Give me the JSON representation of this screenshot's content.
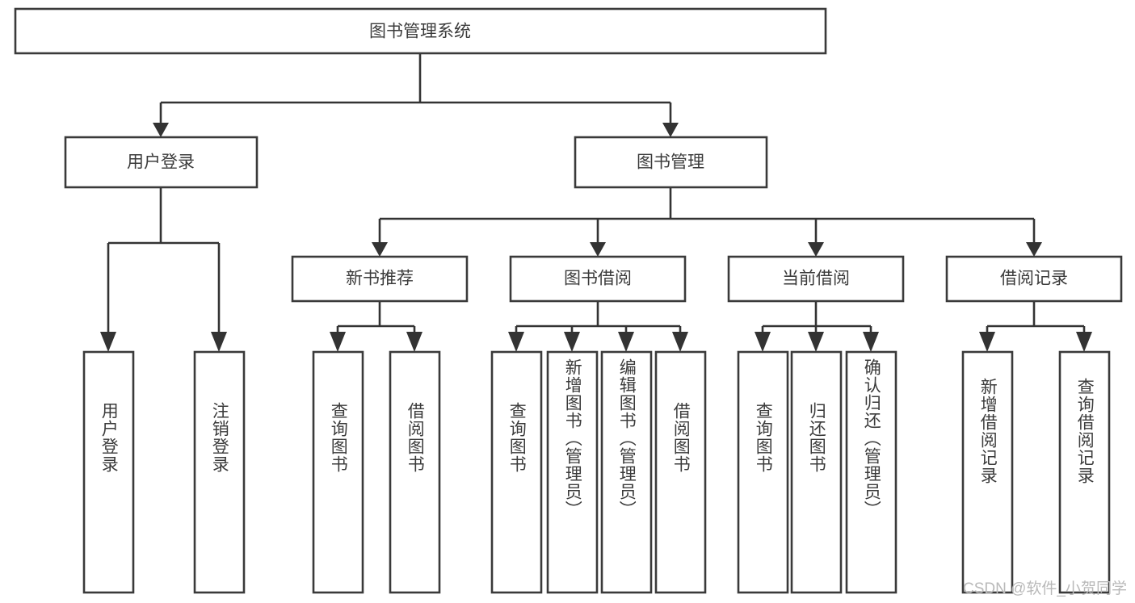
{
  "diagram": {
    "type": "tree-hierarchy",
    "title": "图书管理系统",
    "root": {
      "id": "root",
      "label": "图书管理系统",
      "level": 0
    },
    "level1": [
      {
        "id": "user-login",
        "label": "用户登录"
      },
      {
        "id": "book-manage",
        "label": "图书管理"
      }
    ],
    "level2": [
      {
        "id": "new-book-recommend",
        "label": "新书推荐",
        "parent": "book-manage"
      },
      {
        "id": "book-borrow",
        "label": "图书借阅",
        "parent": "book-manage"
      },
      {
        "id": "current-borrow",
        "label": "当前借阅",
        "parent": "book-manage"
      },
      {
        "id": "borrow-record",
        "label": "借阅记录",
        "parent": "book-manage"
      }
    ],
    "leaves": [
      {
        "id": "leaf-user-login",
        "label": "用户登录",
        "parent": "user-login"
      },
      {
        "id": "leaf-logout-login",
        "label": "注销登录",
        "parent": "user-login"
      },
      {
        "id": "leaf-query-book-1",
        "label": "查询图书",
        "parent": "new-book-recommend"
      },
      {
        "id": "leaf-borrow-book-1",
        "label": "借阅图书",
        "parent": "new-book-recommend"
      },
      {
        "id": "leaf-query-book-2",
        "label": "查询图书",
        "parent": "book-borrow"
      },
      {
        "id": "leaf-add-book",
        "label": "新增图书（管理员）",
        "parent": "book-borrow"
      },
      {
        "id": "leaf-edit-book",
        "label": "编辑图书（管理员）",
        "parent": "book-borrow"
      },
      {
        "id": "leaf-borrow-book-2",
        "label": "借阅图书",
        "parent": "book-borrow"
      },
      {
        "id": "leaf-query-book-3",
        "label": "查询图书",
        "parent": "current-borrow"
      },
      {
        "id": "leaf-return-book",
        "label": "归还图书",
        "parent": "current-borrow"
      },
      {
        "id": "leaf-confirm-return",
        "label": "确认归还（管理员）",
        "parent": "current-borrow"
      },
      {
        "id": "leaf-add-record",
        "label": "新增借阅记录",
        "parent": "borrow-record"
      },
      {
        "id": "leaf-query-record",
        "label": "查询借阅记录",
        "parent": "borrow-record"
      }
    ]
  },
  "watermark": {
    "text": "CSDN @软件_小贺同学"
  },
  "colors": {
    "box_stroke": "#3a3a3a",
    "box_fill": "#ffffff",
    "connector": "#333333",
    "text": "#3b3b3b",
    "watermark": "#b9b9b9",
    "background": "#ffffff"
  }
}
